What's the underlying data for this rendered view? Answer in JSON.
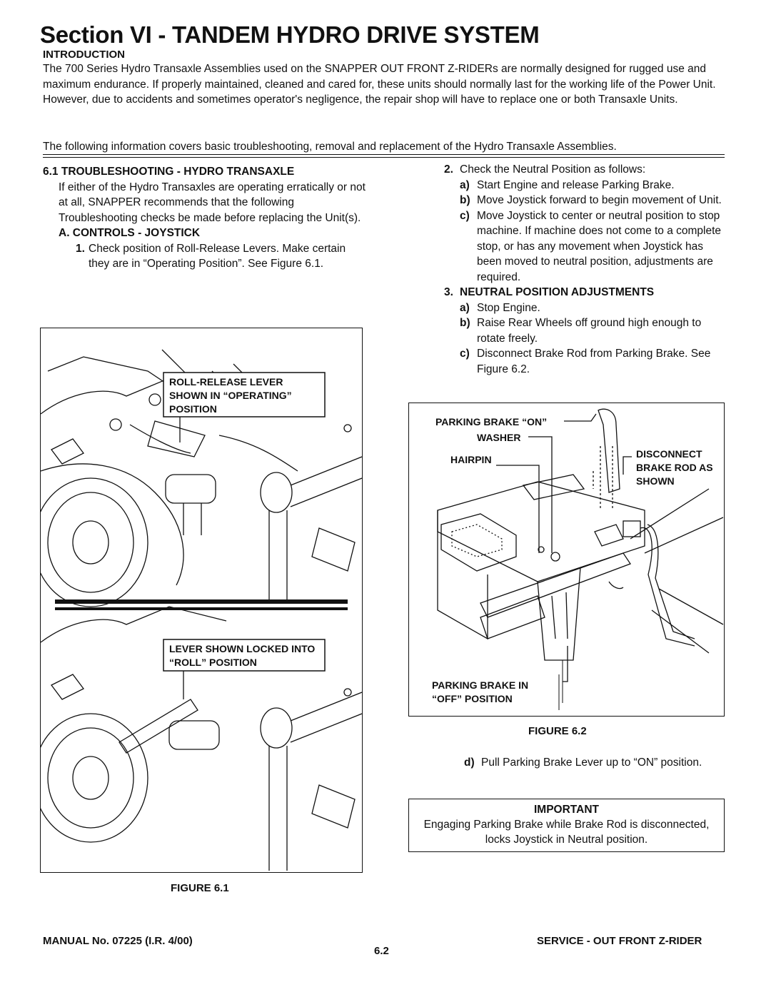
{
  "page": {
    "title": "Section VI - TANDEM HYDRO DRIVE SYSTEM",
    "intro_heading": "INTRODUCTION",
    "intro_p1": "The 700 Series Hydro Transaxle Assemblies used on the SNAPPER OUT FRONT Z-RIDERs are normally designed for rugged use and maximum endurance. If properly maintained, cleaned and cared for, these units should normally last for the working life of the Power Unit. However, due to accidents and sometimes operator's negligence, the repair shop will have to replace one or both Transaxle Units.",
    "intro_p2": "The following information covers basic troubleshooting, removal and replacement of the Hydro Transaxle Assemblies."
  },
  "left": {
    "section_heading": "6.1 TROUBLESHOOTING - HYDRO TRANSAXLE",
    "section_text": "If either of the Hydro Transaxles are operating erratically or not at all, SNAPPER recommends that the following Troubleshooting checks be made before replacing the Unit(s).",
    "sub_heading": "A. CONTROLS - JOYSTICK",
    "step1_num": "1.",
    "step1_text": "Check position of Roll-Release Levers. Make certain they are in “Operating Position”. See Figure 6.1."
  },
  "figure1": {
    "callout_top": "ROLL-RELEASE LEVER SHOWN IN “OPERATING” POSITION",
    "callout_bottom": "LEVER SHOWN LOCKED INTO “ROLL” POSITION",
    "caption": "FIGURE 6.1"
  },
  "right": {
    "step2_num": "2.",
    "step2_text": "Check the Neutral Position as follows:",
    "step2_items": [
      {
        "letter": "a)",
        "text": "Start Engine and release Parking Brake."
      },
      {
        "letter": "b)",
        "text": "Move Joystick forward to begin movement of Unit."
      },
      {
        "letter": "c)",
        "text": "Move Joystick to center or neutral position to stop machine. If machine does not come to a complete stop, or has any movement when Joystick has been moved to neutral position, adjustments are required."
      }
    ],
    "step3_num": "3.",
    "step3_heading": "NEUTRAL POSITION ADJUSTMENTS",
    "step3_items": [
      {
        "letter": "a)",
        "text": "Stop Engine."
      },
      {
        "letter": "b)",
        "text": "Raise Rear Wheels off ground high enough to rotate freely."
      },
      {
        "letter": "c)",
        "text": "Disconnect Brake Rod from Parking Brake. See Figure 6.2."
      }
    ],
    "step3_d_letter": "d)",
    "step3_d_text": "Pull Parking Brake Lever up to “ON” position."
  },
  "figure2": {
    "label_brake_on": "PARKING BRAKE “ON”",
    "label_washer": "WASHER",
    "label_hairpin": "HAIRPIN",
    "label_disconnect": "DISCONNECT BRAKE ROD AS SHOWN",
    "label_brake_off": "PARKING BRAKE IN “OFF” POSITION",
    "caption": "FIGURE 6.2"
  },
  "important": {
    "heading": "IMPORTANT",
    "text": "Engaging Parking Brake while Brake Rod is disconnected, locks Joystick in Neutral position."
  },
  "footer": {
    "left": "MANUAL No. 07225 (I.R. 4/00)",
    "center": "6.2",
    "right": "SERVICE - OUT FRONT Z-RIDER"
  }
}
